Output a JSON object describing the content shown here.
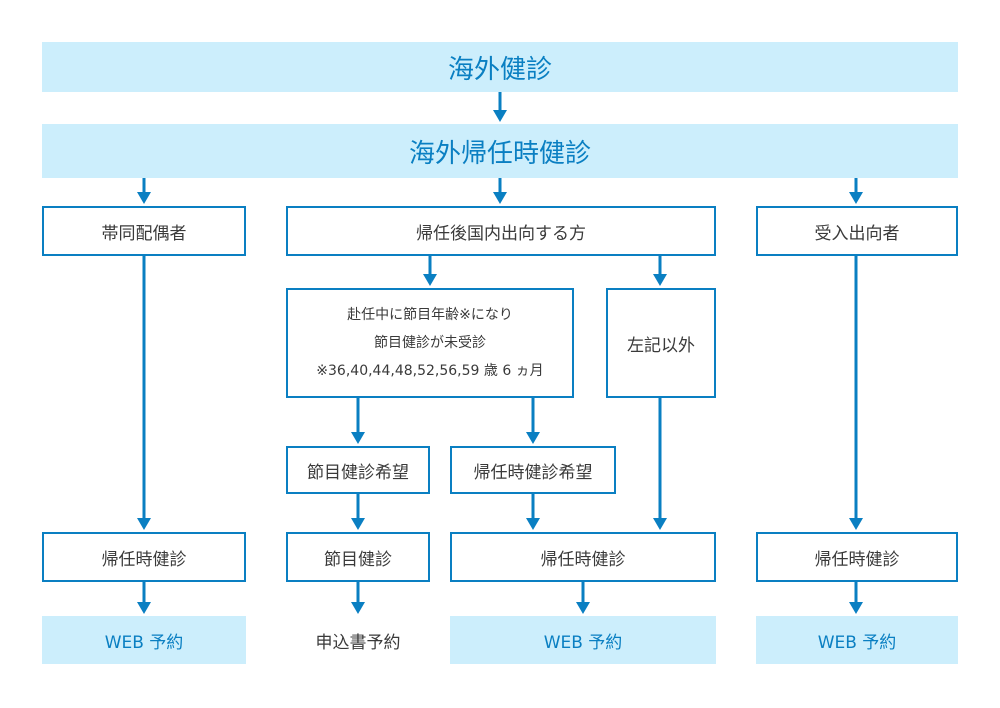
{
  "colors": {
    "accent": "#0a7fc2",
    "banner_fill": "#cceefc",
    "text": "#3a3a3a"
  },
  "banners": {
    "top": "海外健診",
    "second": "海外帰任時健診"
  },
  "categories": {
    "spouse": "帯同配偶者",
    "domestic_secondment": "帰任後国内出向する方",
    "inbound_secondee": "受入出向者"
  },
  "conditions": {
    "milestone_age": {
      "line1": "赴任中に節目年齢※になり",
      "line2": "節目健診が未受診",
      "line3": "※36,40,44,48,52,56,59 歳 6 ヵ月"
    },
    "other": "左記以外"
  },
  "wishes": {
    "milestone": "節目健診希望",
    "return": "帰任時健診希望"
  },
  "exams": {
    "spouse_return": "帰任時健診",
    "milestone": "節目健診",
    "domestic_return": "帰任時健診",
    "inbound_return": "帰任時健診"
  },
  "reservations": {
    "spouse": "WEB 予約",
    "milestone": "申込書予約",
    "domestic": "WEB 予約",
    "inbound": "WEB 予約"
  }
}
